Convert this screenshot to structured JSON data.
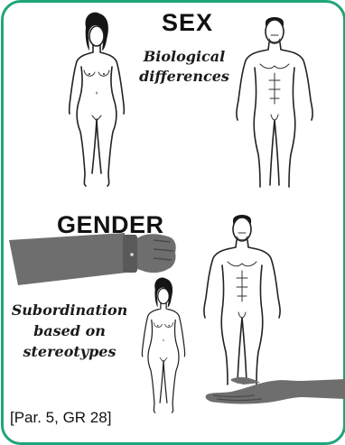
{
  "sex": {
    "title": "SEX",
    "caption_line1": "Biological",
    "caption_line2": "differences"
  },
  "gender": {
    "title": "GENDER",
    "caption_line1": "Subordination",
    "caption_line2": "based on",
    "caption_line3": "stereotypes"
  },
  "reference": "[Par. 5, GR 28]",
  "colors": {
    "border": "#1fa57a",
    "hand": "#6e6e6e",
    "ink": "#222222"
  },
  "icons": [
    "female-figure-icon",
    "male-figure-icon",
    "fist-icon",
    "open-hand-icon"
  ]
}
